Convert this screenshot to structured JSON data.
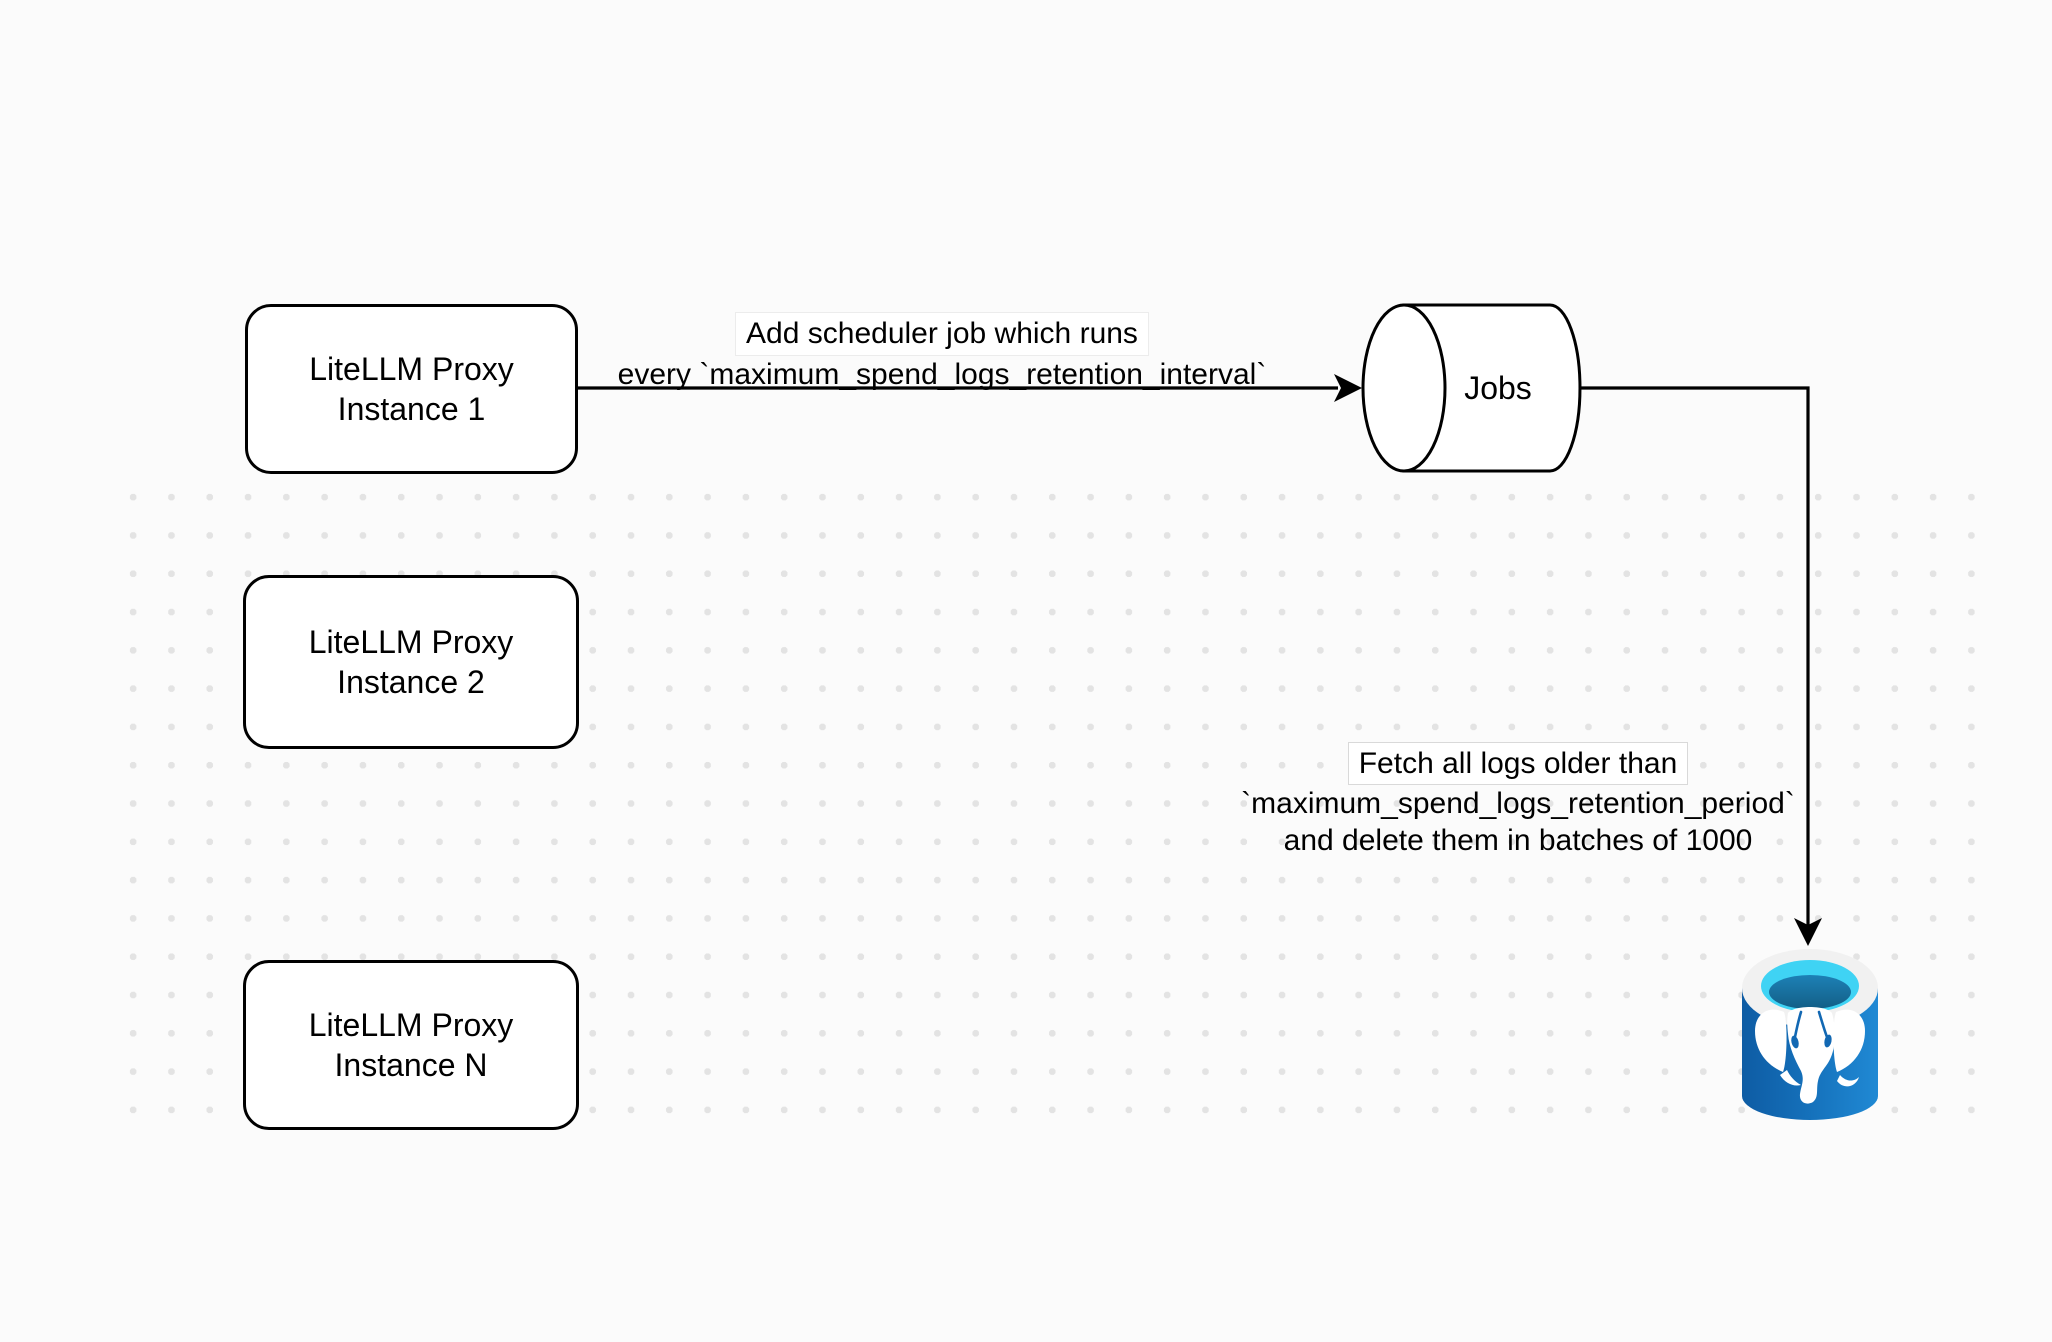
{
  "diagram": {
    "nodes": [
      {
        "id": "proxy-1",
        "lines": [
          "LiteLLM Proxy",
          "Instance 1"
        ]
      },
      {
        "id": "proxy-2",
        "lines": [
          "LiteLLM Proxy",
          "Instance 2"
        ]
      },
      {
        "id": "proxy-n",
        "lines": [
          "LiteLLM Proxy",
          "Instance N"
        ]
      },
      {
        "id": "jobs",
        "label": "Jobs"
      }
    ],
    "edges": [
      {
        "from": "proxy-1",
        "to": "jobs",
        "label_lines": [
          "Add scheduler job which runs",
          "every `maximum_spend_logs_retention_interval`"
        ]
      },
      {
        "from": "jobs",
        "to": "postgresql-database",
        "label_lines": [
          "Fetch all logs older than",
          "`maximum_spend_logs_retention_period`",
          "and delete them in batches of 1000"
        ]
      }
    ],
    "icons": [
      {
        "name": "postgresql-database-icon"
      }
    ],
    "colors": {
      "background": "#fbfbfb",
      "stroke": "#000000",
      "node-fill": "#ffffff",
      "grid-dot": "#e3e3e3",
      "postgres-blue": "#1268b3",
      "postgres-blue-light": "#2089d4",
      "postgres-cyan": "#3fd3f4",
      "postgres-rim": "#f1f1f1"
    }
  }
}
